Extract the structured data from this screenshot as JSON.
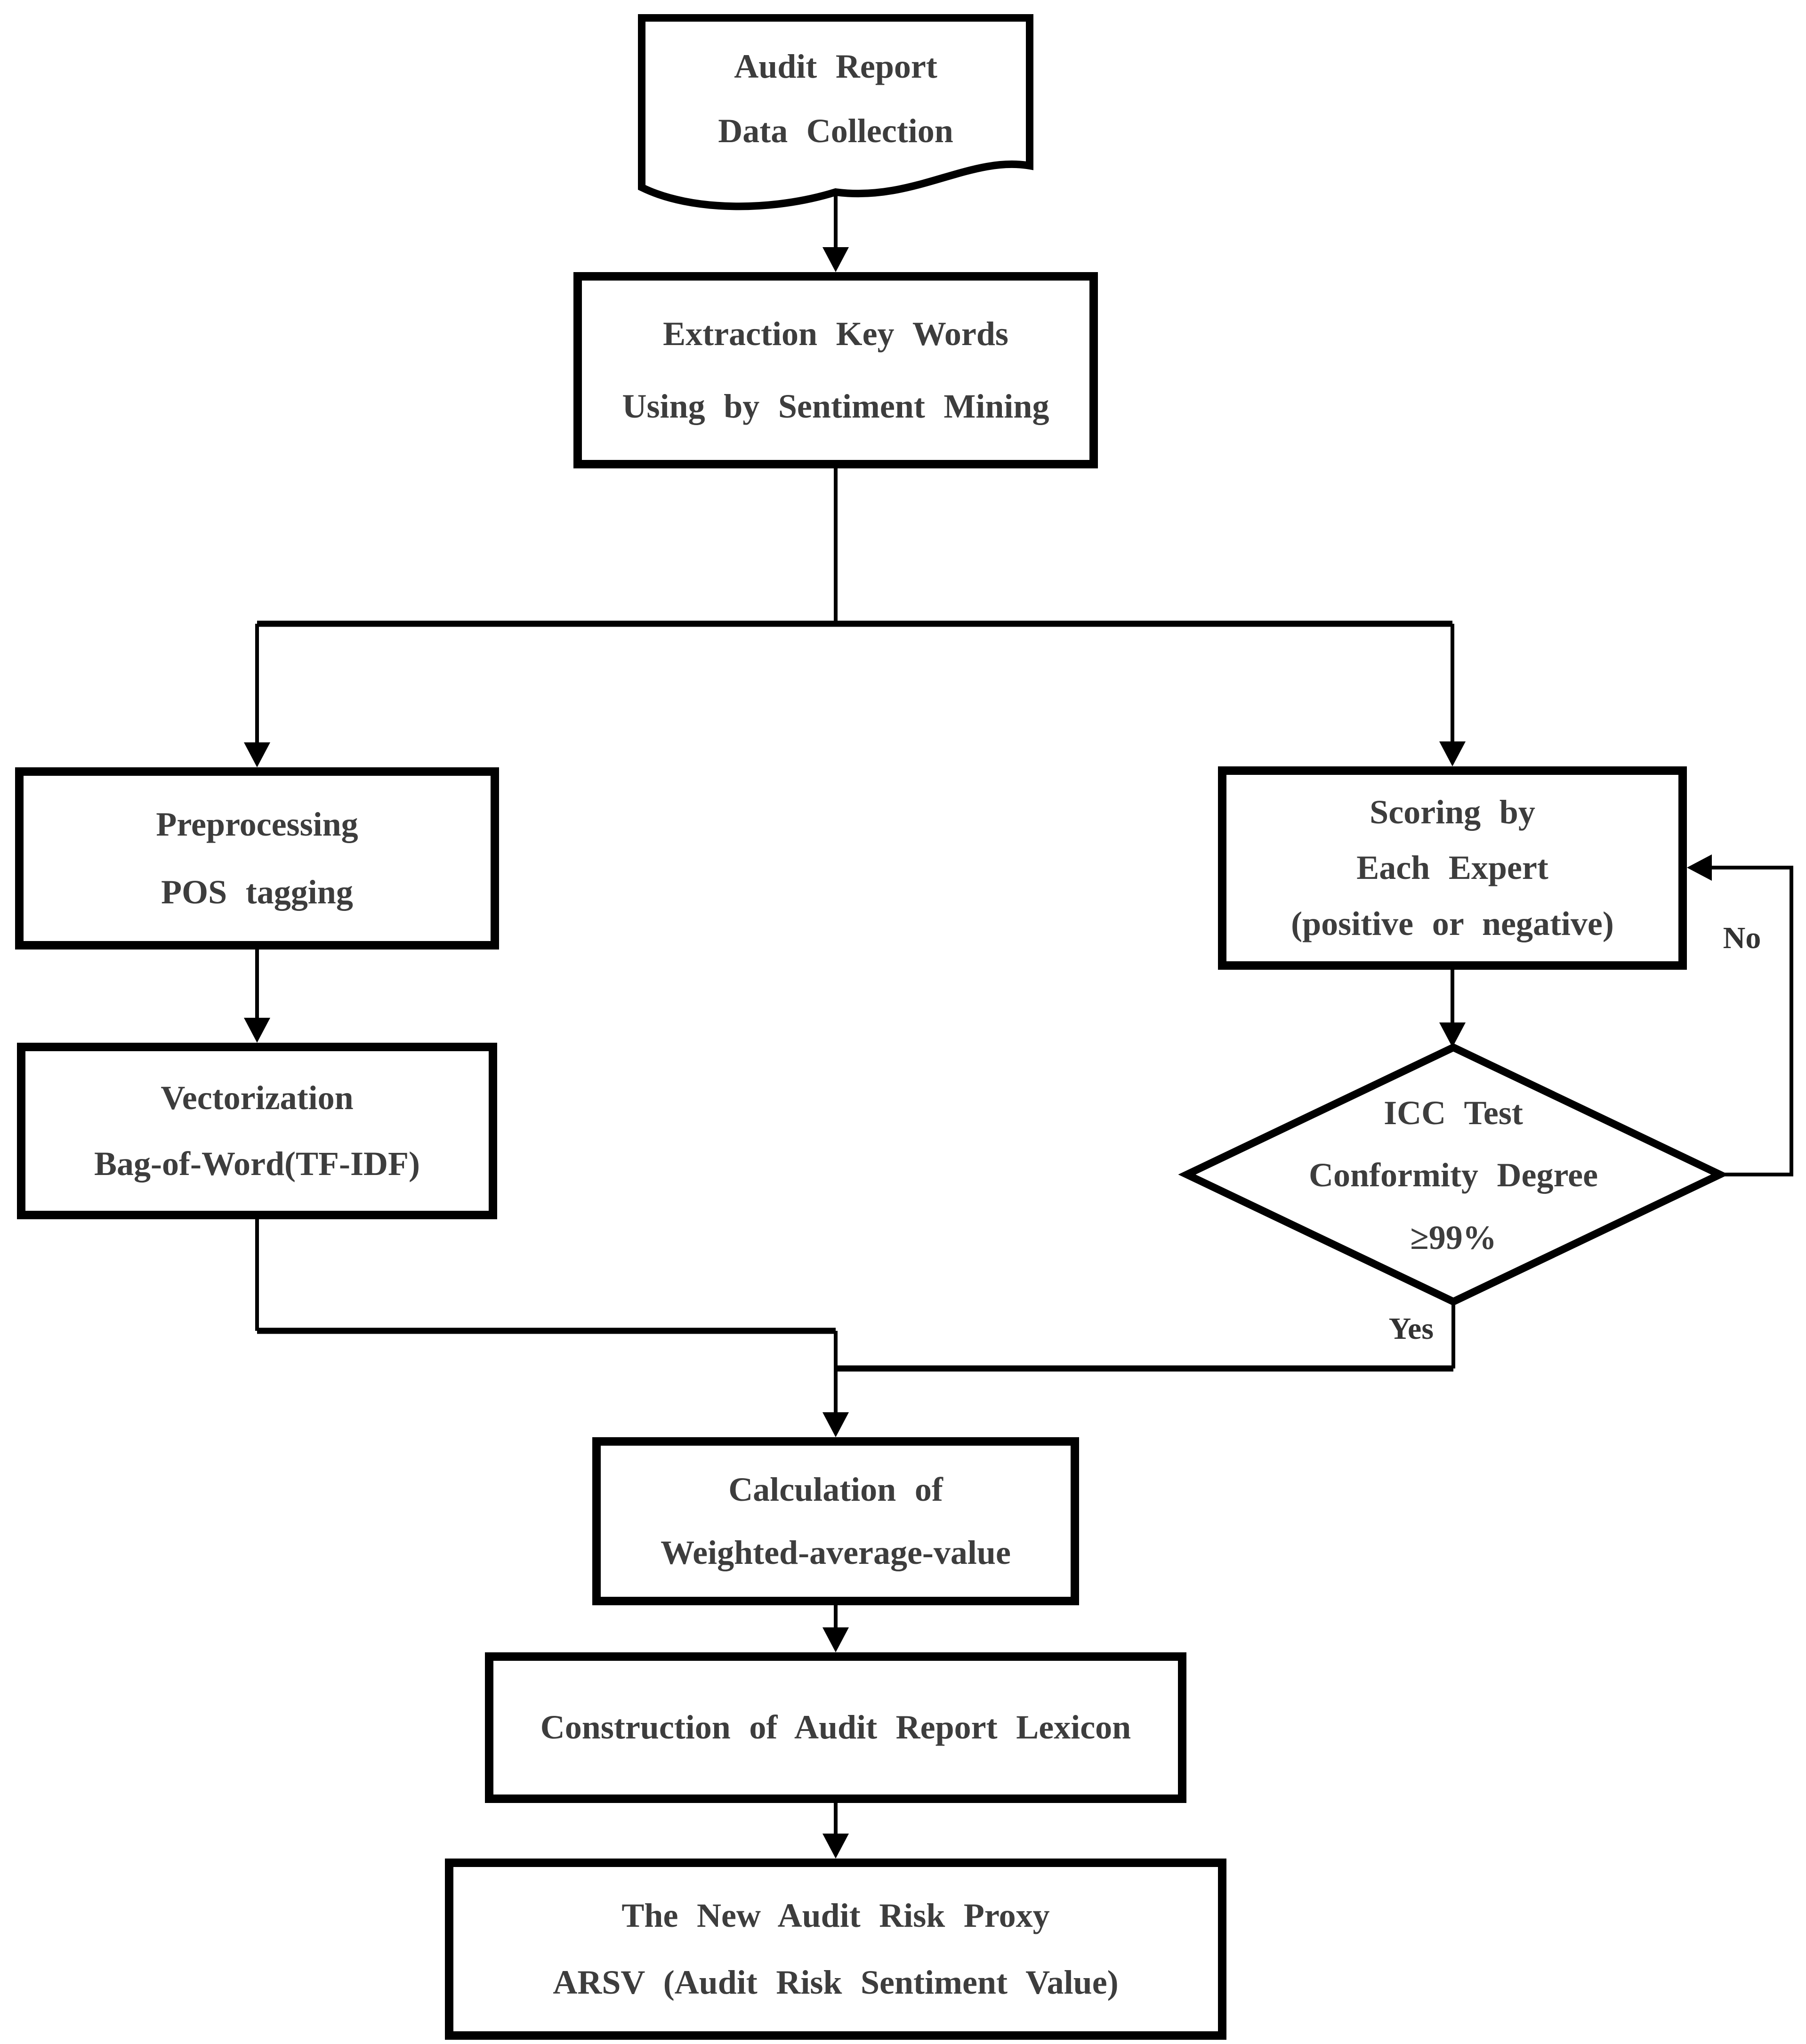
{
  "diagram": {
    "kind": "flowchart",
    "nodes": {
      "data_collection": {
        "shape": "document",
        "line1": "Audit Report",
        "line2": "Data Collection"
      },
      "extraction": {
        "shape": "process",
        "line1": "Extraction Key Words",
        "line2": "Using by Sentiment Mining"
      },
      "preprocessing": {
        "shape": "process",
        "line1": "Preprocessing",
        "line2": "POS tagging"
      },
      "vectorization": {
        "shape": "process",
        "line1": "Vectorization",
        "line2": "Bag-of-Word(TF-IDF)"
      },
      "scoring": {
        "shape": "process",
        "line1": "Scoring by",
        "line2": "Each Expert",
        "line3": "(positive or negative)"
      },
      "icc_test": {
        "shape": "decision",
        "line1": "ICC Test",
        "line2": "Conformity Degree",
        "line3": "≥99%"
      },
      "calculation": {
        "shape": "process",
        "line1": "Calculation of",
        "line2": "Weighted-average-value"
      },
      "construction": {
        "shape": "process",
        "line1": "Construction of Audit Report Lexicon"
      },
      "arsv": {
        "shape": "process",
        "line1": "The New Audit Risk Proxy",
        "line2": "ARSV (Audit Risk Sentiment Value)"
      }
    },
    "edge_labels": {
      "yes": "Yes",
      "no": "No"
    },
    "colors": {
      "stroke": "#000000",
      "text": "#3d3d3d",
      "background": "#ffffff"
    }
  }
}
